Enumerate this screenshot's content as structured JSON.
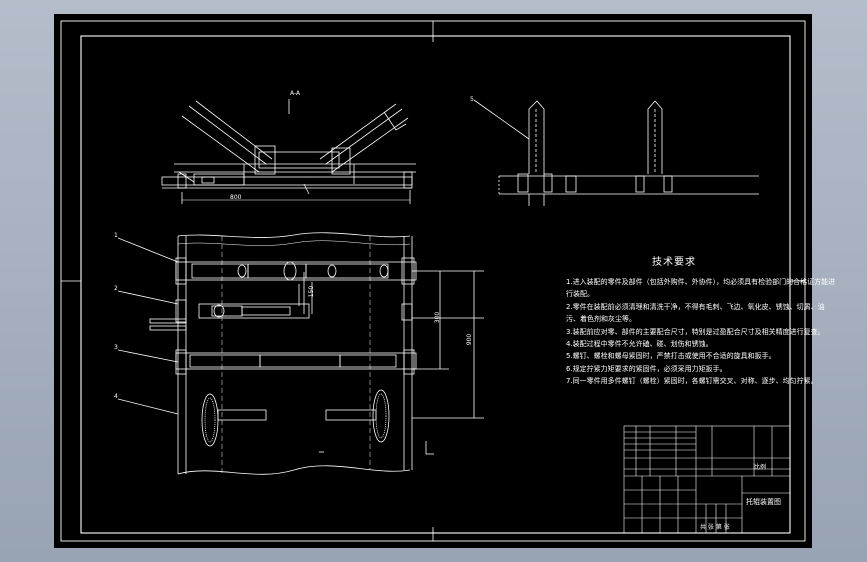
{
  "view_label": "A-A",
  "tech_title": "技术要求",
  "tech_requirements": [
    "1.进入装配的零件及部件（包括外购件、外协件），均必须具有检验部门的合格证方能进行装配。",
    "2.零件在装配前必须清理和清洗干净，不得有毛刺、飞边、氧化皮、锈蚀、切屑、油污、着色剂和灰尘等。",
    "3.装配前应对零、部件的主要配合尺寸，特别是过盈配合尺寸及相关精度进行复查。",
    "4.装配过程中零件不允许磕、碰、划伤和锈蚀。",
    "5.螺钉、螺栓和螺母紧固时，严禁打击或使用不合适的旋具和扳手。",
    "6.规定拧紧力矩要求的紧固件，必须采用力矩扳手。",
    "7.同一零件用多件螺钉（螺栓）紧固时，各螺钉需交叉、对称、逐步、均匀拧紧。"
  ],
  "part_numbers": [
    "1",
    "2",
    "3",
    "4",
    "5"
  ],
  "dimensions": {
    "top_width": "800",
    "right_inner": "300",
    "right_outer": "900",
    "small_vertical": "150"
  },
  "title_block": {
    "drawing_name": "托辊装置图",
    "scale": "比例",
    "sheet": "共 张 第 张"
  },
  "colors": {
    "sheet": "#000000",
    "line": "#ffffff",
    "viewport": "#a6b0bf"
  }
}
